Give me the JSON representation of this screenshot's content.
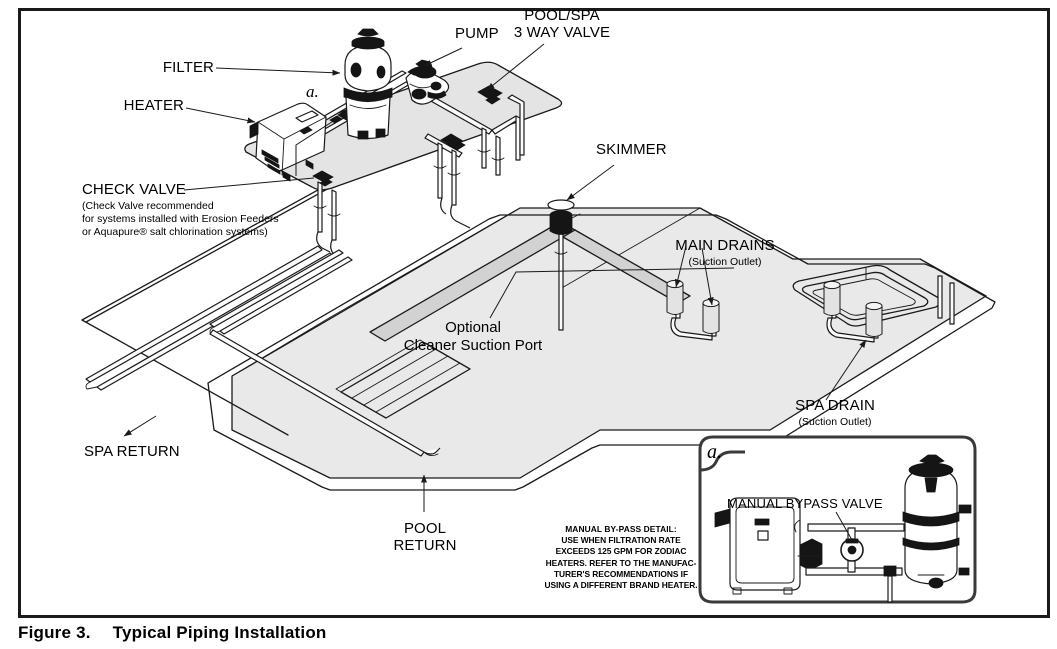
{
  "figure": {
    "number": "Figure 3.",
    "title": "Typical Piping Installation"
  },
  "diagram": {
    "type": "isometric-technical-illustration",
    "subject": "Pool and spa plumbing / equipment pad layout",
    "detail_marker": "a.",
    "colors": {
      "line": "#1a1a1a",
      "pool_surface": "#e9e9e9",
      "pool_wall": "#d2d2d2",
      "deck": "#efefef",
      "pad": "#e4e4e4",
      "frame": "#1a1a1a",
      "paper": "#ffffff"
    }
  },
  "callouts": [
    {
      "id": "filter",
      "label": "FILTER",
      "sublabel": ""
    },
    {
      "id": "heater",
      "label": "HEATER",
      "sublabel": ""
    },
    {
      "id": "pump",
      "label": "PUMP",
      "sublabel": ""
    },
    {
      "id": "three-way",
      "label": "POOL/SPA",
      "sublabel": "3 WAY VALVE"
    },
    {
      "id": "skimmer",
      "label": "SKIMMER",
      "sublabel": ""
    },
    {
      "id": "main-drains",
      "label": "MAIN DRAINS",
      "sublabel": "(Suction Outlet)"
    },
    {
      "id": "spa-drain",
      "label": "SPA DRAIN",
      "sublabel": "(Suction Outlet)"
    },
    {
      "id": "spa-return",
      "label": "SPA RETURN",
      "sublabel": ""
    },
    {
      "id": "pool-return",
      "label": "POOL",
      "sublabel": "RETURN"
    },
    {
      "id": "cleaner-port",
      "label": "Optional",
      "sublabel": "Cleaner Suction Port"
    }
  ],
  "check_valve": {
    "title": "CHECK VALVE",
    "note_line1": "(Check Valve recommended",
    "note_line2": "for systems installed with Erosion Feeders",
    "note_line3": "or Aquapure® salt chlorination systems)"
  },
  "inset": {
    "marker": "a.",
    "title": "MANUAL BYPASS VALVE",
    "note_heading": "MANUAL BY-PASS DETAIL:",
    "note_line1": "USE WHEN FILTRATION RATE",
    "note_line2": "EXCEEDS 125 GPM FOR ZODIAC",
    "note_line3": "HEATERS. REFER TO THE MANUFAC-",
    "note_line4": "TURER'S RECOMMENDATIONS IF",
    "note_line5": "USING A DIFFERENT BRAND HEATER."
  }
}
